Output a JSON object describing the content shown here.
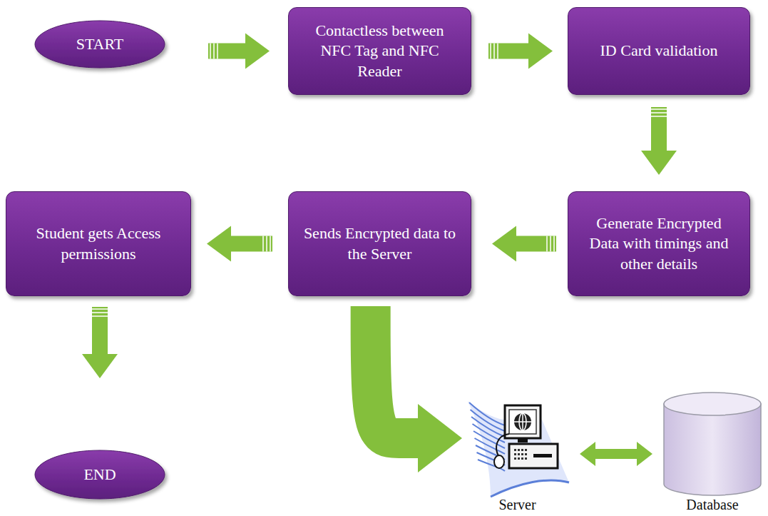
{
  "diagram": {
    "nodes": [
      {
        "text": [
          "START"
        ]
      },
      {
        "text": [
          "Contactless between NFC Tag and NFC Reader"
        ]
      },
      {
        "text": [
          "ID Card validation"
        ]
      },
      {
        "text": [
          "Generate Encrypted Data with timings and other details"
        ]
      },
      {
        "text": [
          "Sends Encrypted data to the Server"
        ]
      },
      {
        "text": [
          "Student gets Access permissions"
        ]
      },
      {
        "text": [
          "END"
        ]
      },
      {
        "text": [
          "Server"
        ]
      },
      {
        "text": [
          "Database"
        ]
      }
    ],
    "edges": [
      {
        "from": 0,
        "to": 1,
        "arrow": "to"
      },
      {
        "from": 1,
        "to": 2,
        "arrow": "to"
      },
      {
        "from": 2,
        "to": 3,
        "arrow": "to"
      },
      {
        "from": 3,
        "to": 4,
        "arrow": "to"
      },
      {
        "from": 4,
        "to": 5,
        "arrow": "to"
      },
      {
        "from": 5,
        "to": 6,
        "arrow": "to"
      },
      {
        "from": 4,
        "to": 7,
        "arrow": "to"
      },
      {
        "from": 7,
        "to": 8,
        "arrow": "both"
      }
    ]
  }
}
